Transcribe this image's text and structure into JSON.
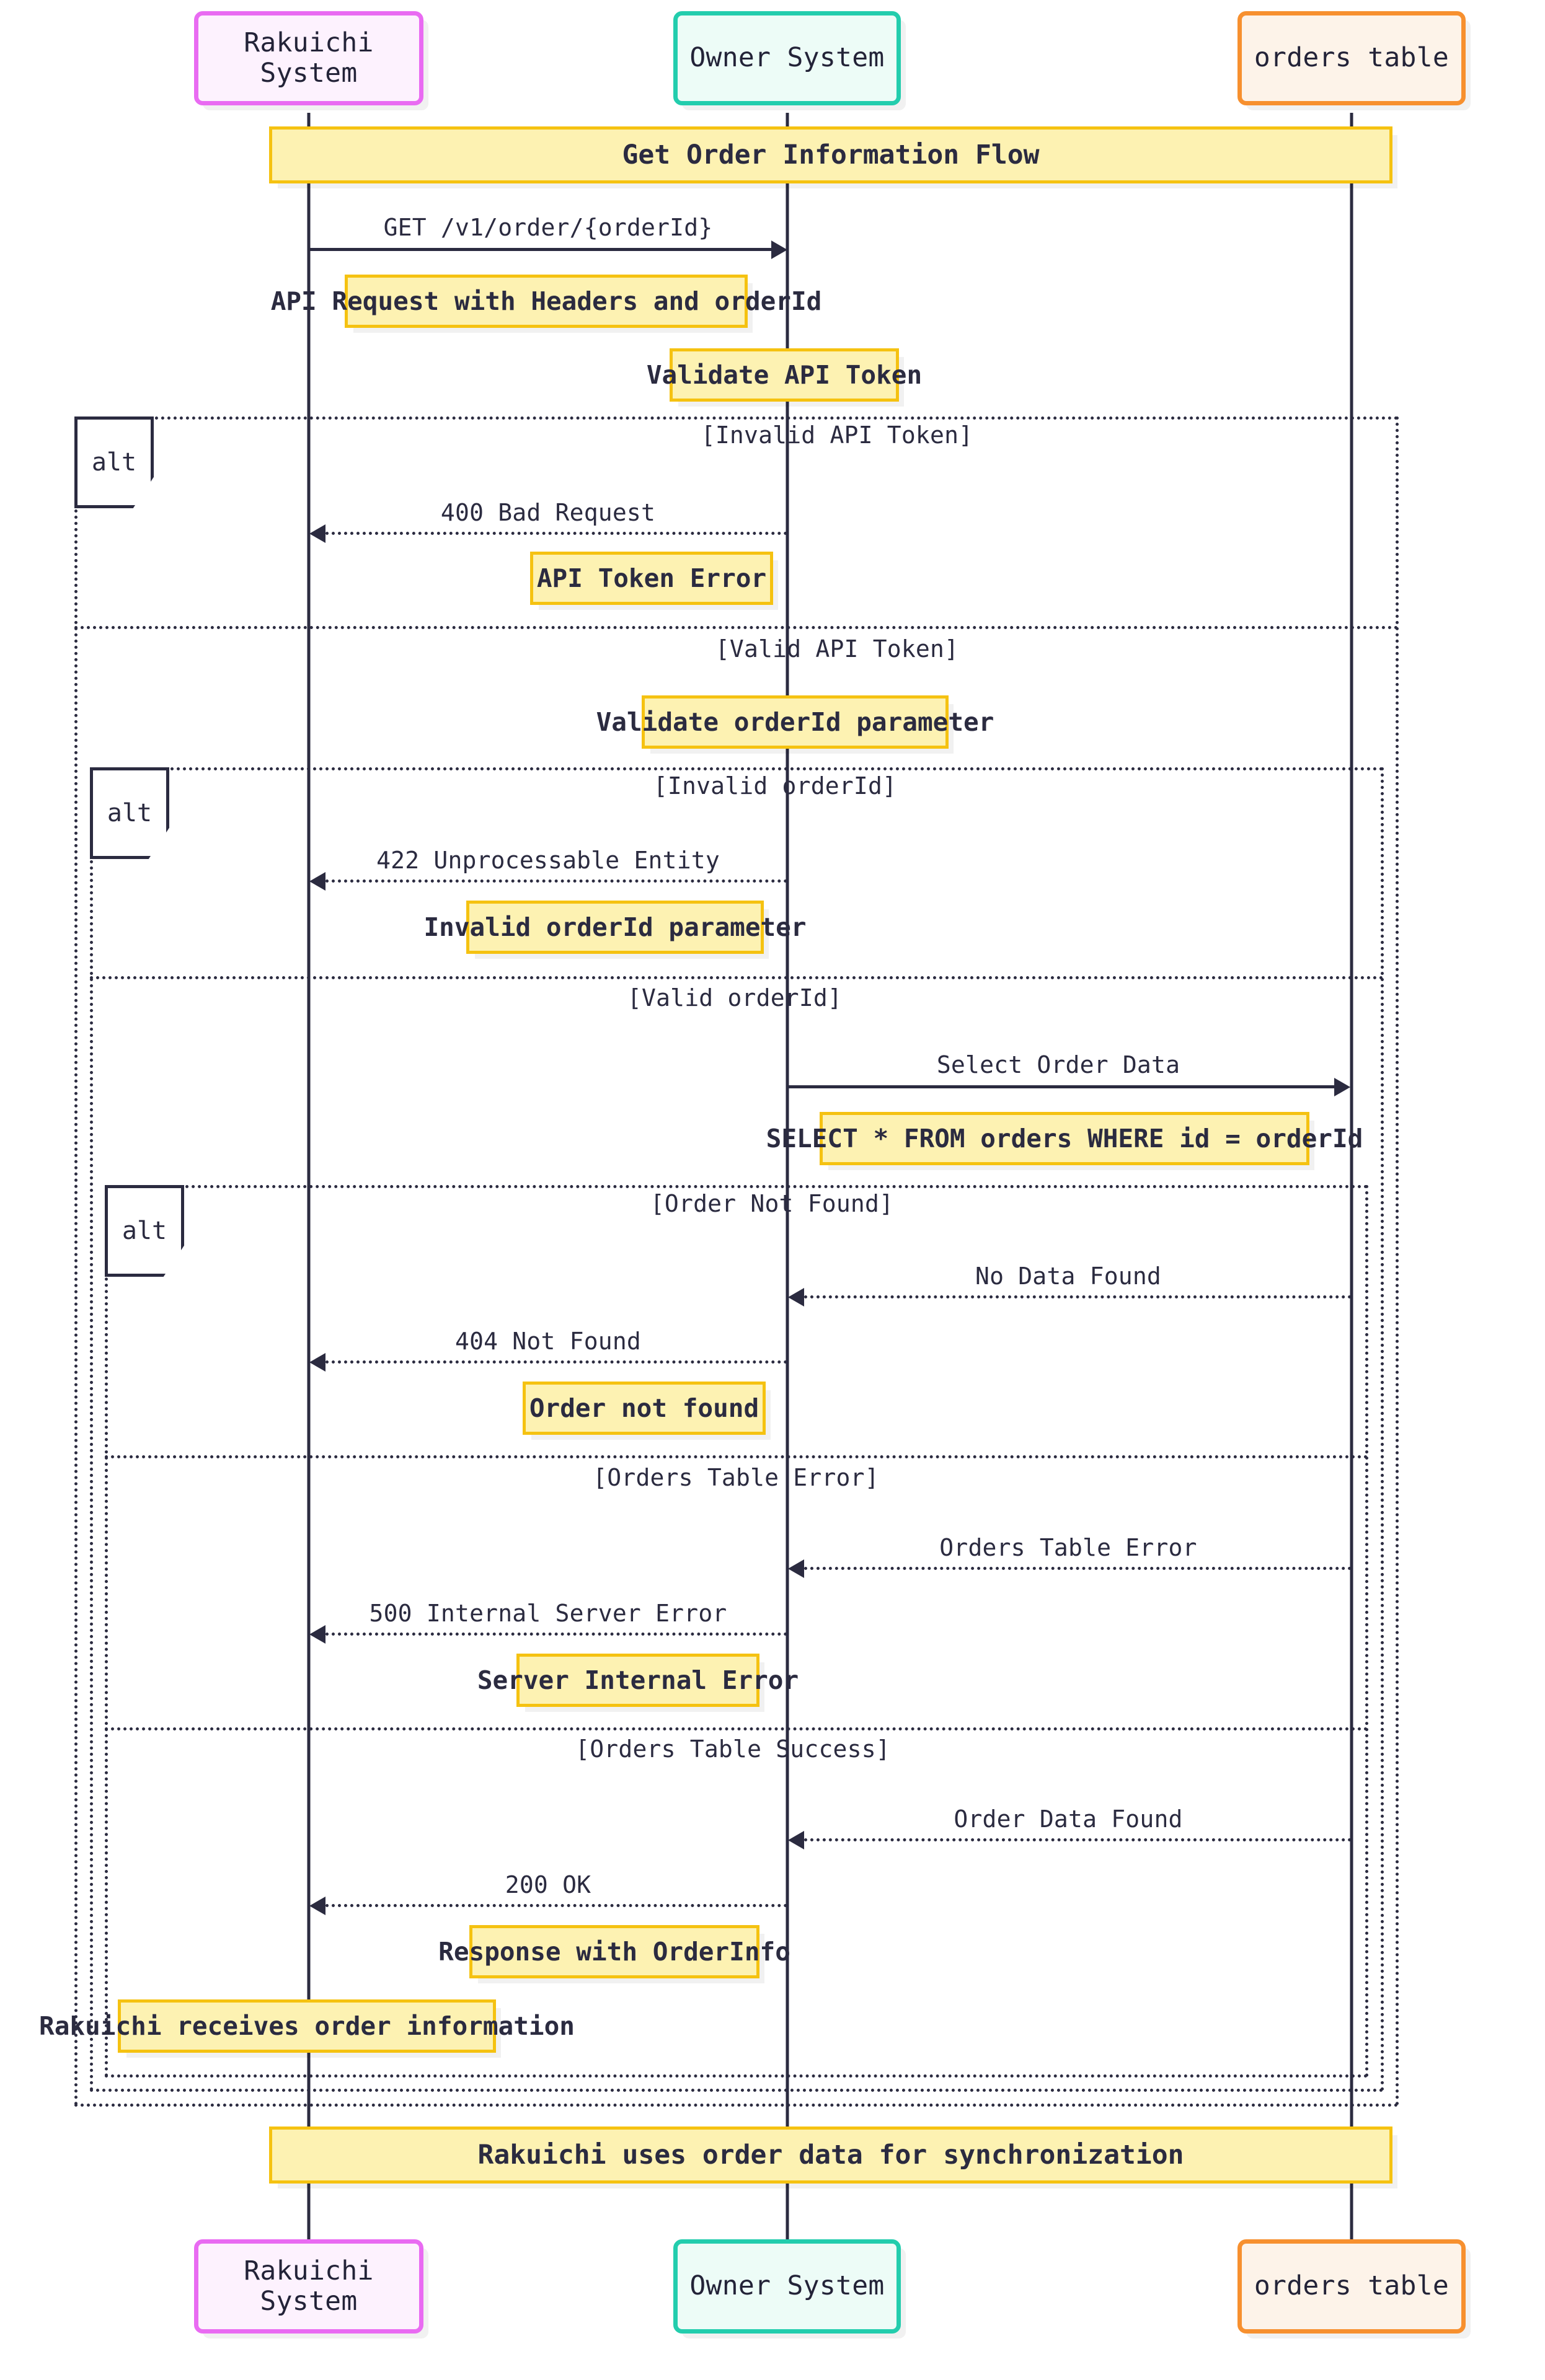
{
  "diagram": {
    "type": "sequence-diagram",
    "title_note": "Get Order Information Flow",
    "footer_note": "Rakuichi uses order data for synchronization",
    "colors": {
      "note_fill": "#fdf2b2",
      "note_border": "#f5c211",
      "line": "#2b2b40",
      "actor_pink_fill": "#fdf2fe",
      "actor_pink_border": "#e96bf2",
      "actor_teal_fill": "#edfcf7",
      "actor_teal_border": "#23cdad",
      "actor_orange_fill": "#fdf3e9",
      "actor_orange_border": "#f7902f"
    }
  },
  "participants": [
    {
      "id": "rakuichi",
      "label": "Rakuichi System",
      "theme": "pink"
    },
    {
      "id": "owner",
      "label": "Owner System",
      "theme": "teal"
    },
    {
      "id": "orders",
      "label": "orders table",
      "theme": "orange"
    }
  ],
  "fragments": [
    {
      "id": "alt-token",
      "label": "alt",
      "branches": [
        "[Invalid API Token]",
        "[Valid API Token]"
      ]
    },
    {
      "id": "alt-orderid",
      "label": "alt",
      "branches": [
        "[Invalid orderId]",
        "[Valid orderId]"
      ]
    },
    {
      "id": "alt-db",
      "label": "alt",
      "branches": [
        "[Order Not Found]",
        "[Orders Table Error]",
        "[Orders Table Success]"
      ]
    }
  ],
  "messages": [
    {
      "id": "m1",
      "label": "GET /v1/order/{orderId}",
      "from": "rakuichi",
      "to": "owner",
      "style": "solid"
    },
    {
      "id": "m2",
      "label": "400 Bad Request",
      "from": "owner",
      "to": "rakuichi",
      "style": "dotted"
    },
    {
      "id": "m3",
      "label": "422 Unprocessable Entity",
      "from": "owner",
      "to": "rakuichi",
      "style": "dotted"
    },
    {
      "id": "m4",
      "label": "Select Order Data",
      "from": "owner",
      "to": "orders",
      "style": "solid"
    },
    {
      "id": "m5",
      "label": "No Data Found",
      "from": "orders",
      "to": "owner",
      "style": "dotted"
    },
    {
      "id": "m6",
      "label": "404 Not Found",
      "from": "owner",
      "to": "rakuichi",
      "style": "dotted"
    },
    {
      "id": "m7",
      "label": "Orders Table Error",
      "from": "orders",
      "to": "owner",
      "style": "dotted"
    },
    {
      "id": "m8",
      "label": "500 Internal Server Error",
      "from": "owner",
      "to": "rakuichi",
      "style": "dotted"
    },
    {
      "id": "m9",
      "label": "Order Data Found",
      "from": "orders",
      "to": "owner",
      "style": "dotted"
    },
    {
      "id": "m10",
      "label": "200 OK",
      "from": "owner",
      "to": "rakuichi",
      "style": "dotted"
    }
  ],
  "notes": [
    {
      "id": "n1",
      "text": "API Request with Headers and orderId"
    },
    {
      "id": "n2",
      "text": "Validate API Token"
    },
    {
      "id": "n3",
      "text": "API Token Error"
    },
    {
      "id": "n4",
      "text": "Validate orderId parameter"
    },
    {
      "id": "n5",
      "text": "Invalid orderId parameter"
    },
    {
      "id": "n6",
      "text": "SELECT * FROM orders WHERE id = orderId"
    },
    {
      "id": "n7",
      "text": "Order not found"
    },
    {
      "id": "n8",
      "text": "Server Internal Error"
    },
    {
      "id": "n9",
      "text": "Response with OrderInfo"
    },
    {
      "id": "n10",
      "text": "Rakuichi receives order information"
    }
  ]
}
